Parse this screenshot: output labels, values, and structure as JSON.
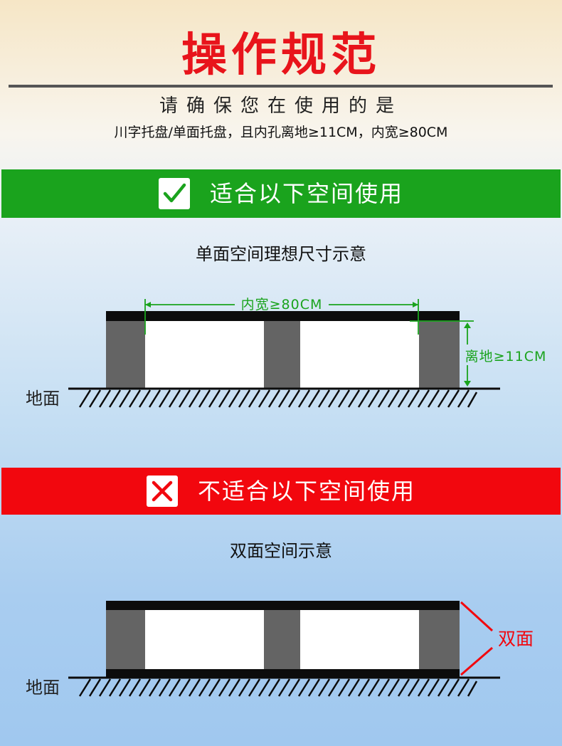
{
  "header": {
    "title": "操作规范",
    "subtitle_line1": "请确保您在使用的是",
    "subtitle_line2": "川字托盘/单面托盘，且内孔离地≥11CM，内宽≥80CM"
  },
  "good_section": {
    "banner_text": "适合以下空间使用",
    "badge_icon": "check-icon",
    "caption": "单面空间理想尺寸示意",
    "width_label": "内宽≥80CM",
    "height_label": "离地≥11CM",
    "ground_label": "地面",
    "accent_color": "#1aa31d"
  },
  "bad_section": {
    "banner_text": "不适合以下空间使用",
    "badge_icon": "cross-icon",
    "caption": "双面空间示意",
    "double_label": "双面",
    "ground_label": "地面",
    "accent_color": "#f2070e"
  },
  "colors": {
    "title_red": "#e8141b",
    "pallet_dark": "#646464",
    "deck_black": "#0c0c0c"
  }
}
